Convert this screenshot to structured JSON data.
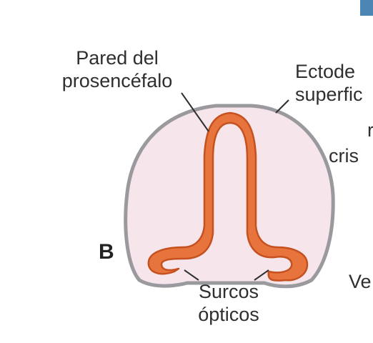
{
  "figure": {
    "panel_letter": "B",
    "labels": {
      "wall": [
        "Pared del",
        "prosencéfalo"
      ],
      "ectoderm": [
        "Ectode",
        "superfic"
      ],
      "crest": [
        "cris"
      ],
      "crest_top": [
        "r"
      ],
      "grooves": [
        "Surcos",
        "ópticos"
      ],
      "vesicle": [
        "Ve"
      ]
    }
  },
  "colors": {
    "neural_tissue": "#e8743d",
    "neural_outline": "#c4511f",
    "mesenchyme_fill": "#f6e6ec",
    "ectoderm_line": "#9a9a9e",
    "label_text": "#2f2f2f",
    "corner_tab": "#4b86b5"
  }
}
